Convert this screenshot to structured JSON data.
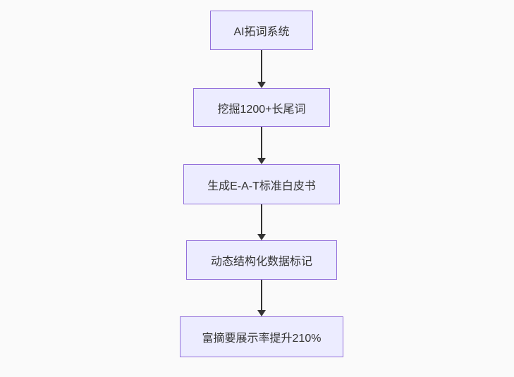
{
  "page": {
    "background_color": "#fafafa"
  },
  "flowchart": {
    "type": "flowchart",
    "direction": "top-down",
    "node_fill_color": "#ECECFF",
    "node_border_color": "#9370DB",
    "node_text_color": "#333333",
    "arrow_color": "#333333",
    "nodes": [
      {
        "id": "step-1",
        "label": "AI拓词系统"
      },
      {
        "id": "step-2",
        "label": "挖掘1200+长尾词"
      },
      {
        "id": "step-3",
        "label": "生成E-A-T标准白皮书"
      },
      {
        "id": "step-4",
        "label": "动态结构化数据标记"
      },
      {
        "id": "step-5",
        "label": "富摘要展示率提升210%"
      }
    ],
    "edges": [
      {
        "from": "step-1",
        "to": "step-2"
      },
      {
        "from": "step-2",
        "to": "step-3"
      },
      {
        "from": "step-3",
        "to": "step-4"
      },
      {
        "from": "step-4",
        "to": "step-5"
      }
    ]
  }
}
